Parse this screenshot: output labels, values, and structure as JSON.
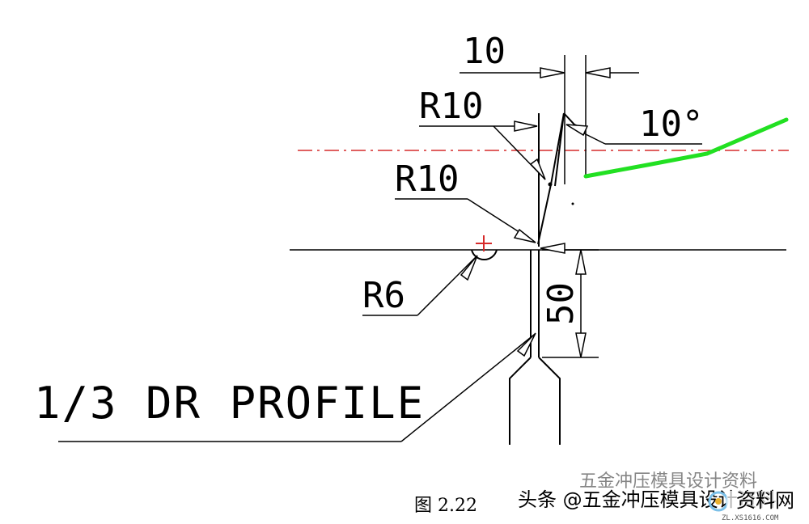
{
  "dimensions": {
    "width_top": "10",
    "radius_upper": "R10",
    "angle": "10°",
    "radius_lower": "R10",
    "radius_small": "R6",
    "height": "50"
  },
  "profile_label": "1/3 DR PROFILE",
  "caption": "图 2.22",
  "watermark": {
    "primary": "头条 @五金冲压模具设计资料",
    "secondary": "五金冲压模具设计资料",
    "site_name": "资料网",
    "site_url": "ZL.XS1616.COM"
  },
  "colors": {
    "line": "#000000",
    "center_line": "#d62b2b",
    "green_profile": "#22e022"
  }
}
